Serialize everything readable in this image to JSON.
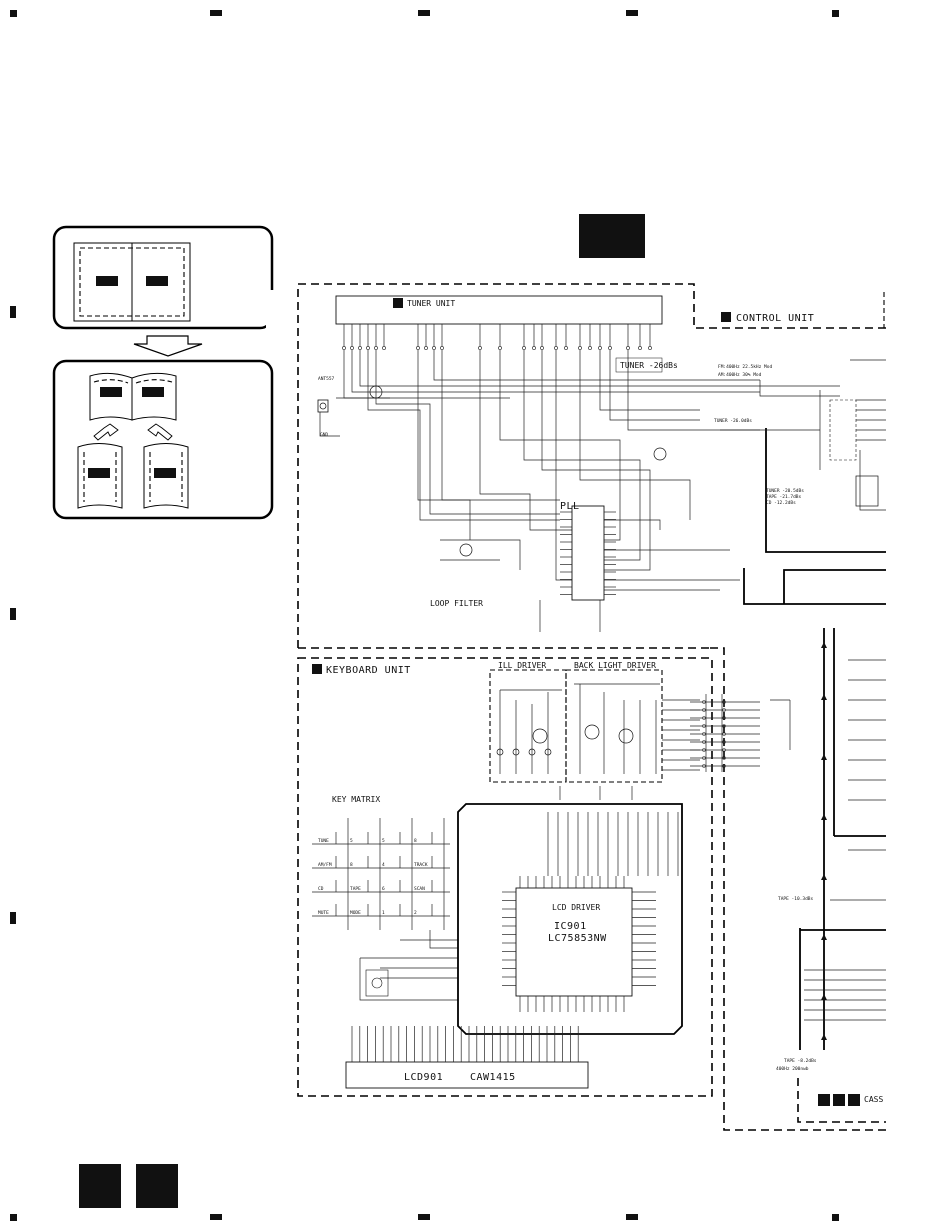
{
  "sections": {
    "tuner_unit": "TUNER UNIT",
    "control_unit": "CONTROL UNIT",
    "keyboard_unit": "KEYBOARD UNIT",
    "cassette_partial": "CASS"
  },
  "tuner": {
    "pll": "PLL",
    "loop_filter": "LOOP FILTER",
    "tuner_level": "TUNER -26dBs",
    "antenna": "ANT557",
    "gnd": "GND"
  },
  "control": {
    "fm_note": "FM:400Hz 22.5kHz Mod",
    "am_note": "AM:400Hz 30% Mod",
    "tuner_level": "TUNER -26.0dBs",
    "tuner_level2": "TUNER -20.5dBs",
    "tape_level": "TAPE -21.7dBs",
    "cd_level": "CD -12.2dBs",
    "tape_mid": "TAPE -10.3dBs",
    "tape_low": "TAPE -8.2dBs",
    "tape_freq": "400Hz 200nwb"
  },
  "keyboard": {
    "ill_driver": "ILL DRIVER",
    "back_light_driver": "BACK LIGHT DRIVER",
    "key_matrix": "KEY MATRIX",
    "lcd_driver": "LCD DRIVER",
    "ic_ref": "IC901",
    "ic_part": "LC75853NW",
    "lcd_ref": "LCD901",
    "lcd_part": "CAW1415"
  },
  "keys": [
    [
      "TUNE",
      "5",
      "5",
      "8"
    ],
    [
      "AM/FM",
      "8",
      "4",
      "TRACK"
    ],
    [
      "CD",
      "TAPE",
      "6",
      "SCAN"
    ],
    [
      "MUTE",
      "MODE",
      "1",
      "2"
    ]
  ]
}
